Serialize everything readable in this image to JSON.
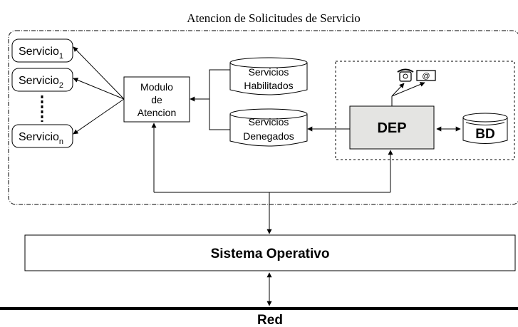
{
  "title": "Atencion de Solicitudes de Servicio",
  "services": {
    "item1": {
      "base": "Servicio",
      "sub": "1"
    },
    "item2": {
      "base": "Servicio",
      "sub": "2"
    },
    "itemN": {
      "base": "Servicio",
      "sub": "n"
    }
  },
  "modulo": {
    "line1": "Modulo",
    "line2": "de",
    "line3": "Atencion"
  },
  "habilitados": {
    "line1": "Servicios",
    "line2": "Habilitados"
  },
  "denegados": {
    "line1": "Servicios",
    "line2": "Denegados"
  },
  "dep": "DEP",
  "bd": "BD",
  "email_symbol": "@",
  "icons": [
    "telephone-icon",
    "email-icon"
  ],
  "sistema_operativo": "Sistema Operativo",
  "red": "Red",
  "colors": {
    "dep_fill": "#e4e4e2",
    "stroke": "#000000",
    "background": "#ffffff"
  }
}
